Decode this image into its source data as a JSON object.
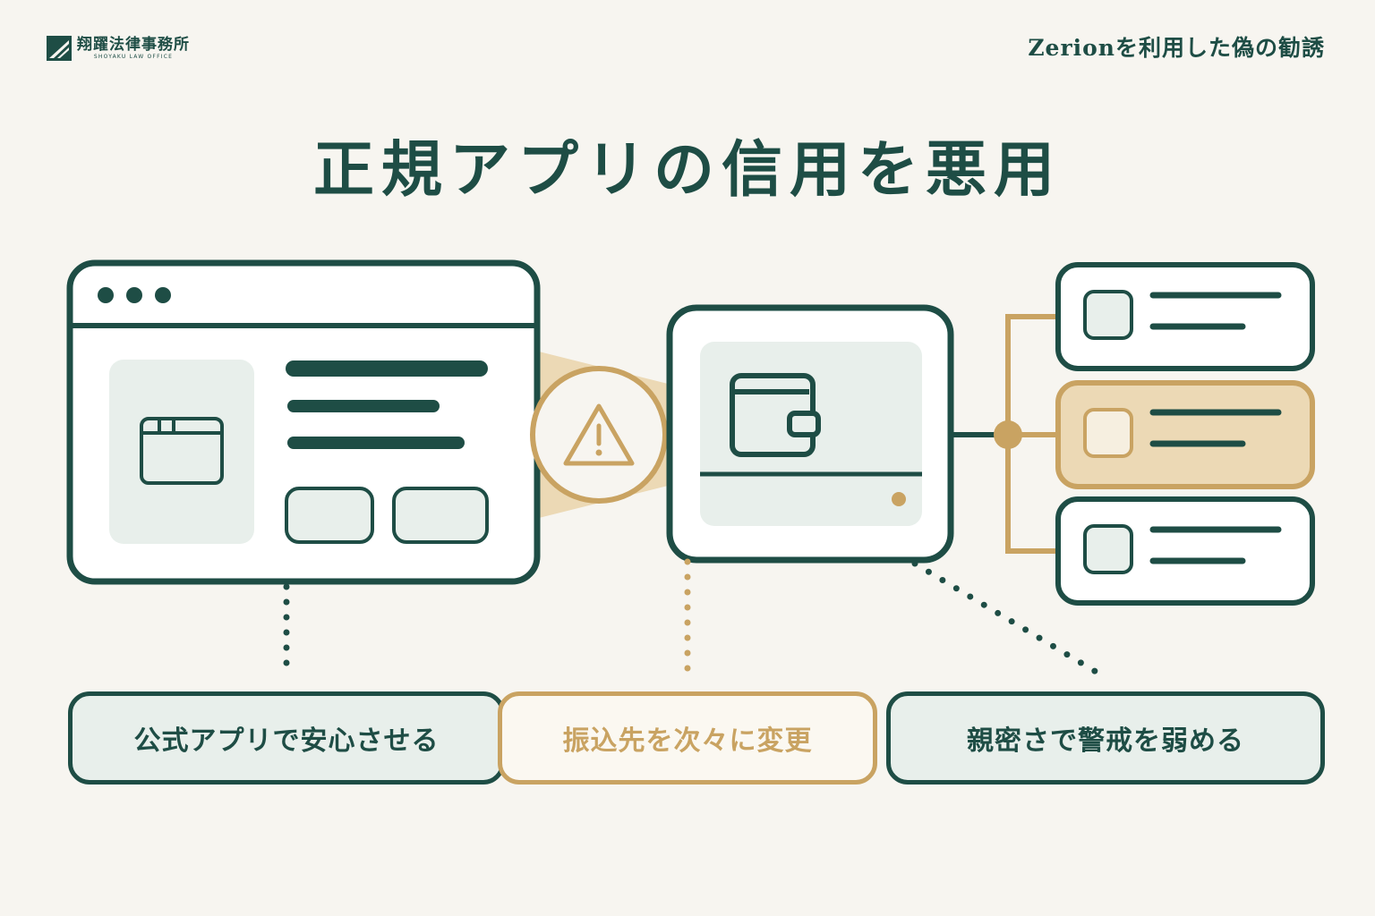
{
  "header": {
    "logo_name": "翔躍法律事務所",
    "logo_sub": "SHOYAKU LAW OFFICE",
    "topic": "Zerionを利用した偽の勧誘"
  },
  "title": "正規アプリの信用を悪用",
  "labels": {
    "left": "公式アプリで安心させる",
    "center": "振込先を次々に変更",
    "right": "親密さで警戒を弱める"
  },
  "icons": {
    "browser_window": "browser-window-icon",
    "app_window": "app-window-icon",
    "warning": "warning-triangle-icon",
    "wallet": "wallet-icon",
    "account_entry": "account-entry-icon"
  },
  "colors": {
    "primary": "#1e4d45",
    "accent": "#c9a362",
    "accent_light": "#ecd9b5",
    "panel": "#e8efeb",
    "background": "#f7f5f0"
  }
}
